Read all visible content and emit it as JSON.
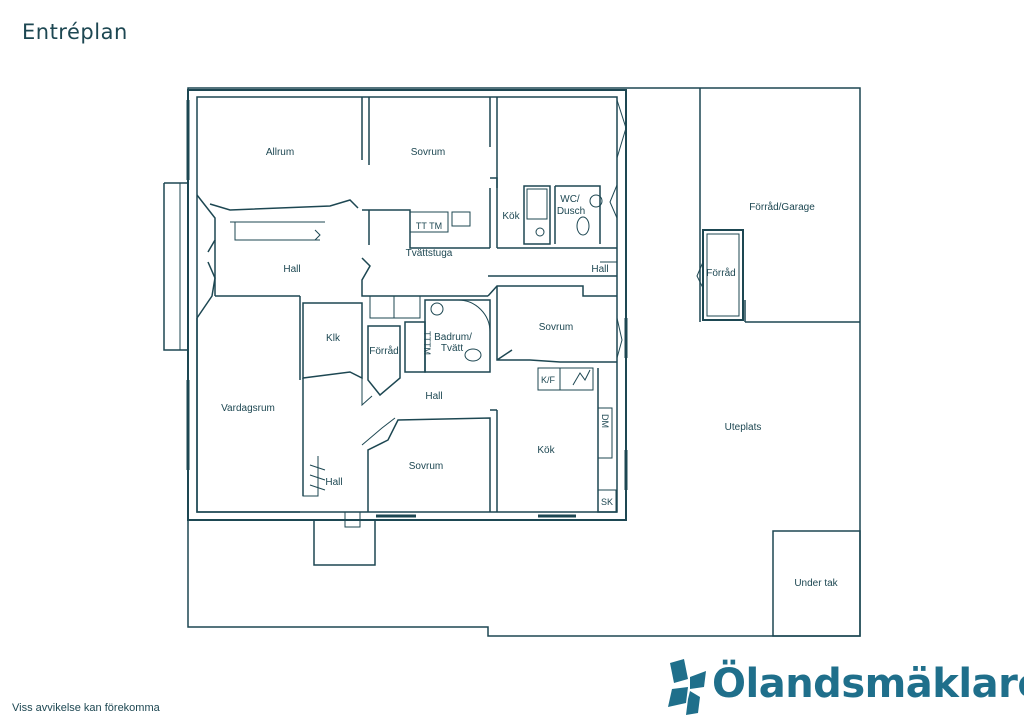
{
  "title": "Entréplan",
  "disclaimer": "Viss avvikelse kan förekomma",
  "brand": "Ölandsmäklaren",
  "colors": {
    "wall": "#1d4752",
    "brand": "#1f6f8b"
  },
  "rooms": {
    "allrum": "Allrum",
    "sovrum_top": "Sovrum",
    "wc_dusch_1": "WC/",
    "wc_dusch_2": "Dusch",
    "kok_small": "Kök",
    "forrad_garage": "Förråd/Garage",
    "tvattstuga": "Tvättstuga",
    "hall_left": "Hall",
    "hall_right": "Hall",
    "forrad_outside": "Förråd",
    "klk": "Klk",
    "forrad_inner": "Förråd",
    "badrum_1": "Badrum/",
    "badrum_2": "Tvätt",
    "sovrum_mid": "Sovrum",
    "hall_center": "Hall",
    "vardagsrum": "Vardagsrum",
    "kok_large": "Kök",
    "uteplats": "Uteplats",
    "sovrum_bottom": "Sovrum",
    "hall_entry": "Hall",
    "under_tak": "Under tak"
  },
  "fixtures": {
    "kf": "K/F",
    "sk": "SK",
    "tt_tm": "TT TM",
    "tt_tm_v": "TTTM",
    "dm": "DM"
  }
}
